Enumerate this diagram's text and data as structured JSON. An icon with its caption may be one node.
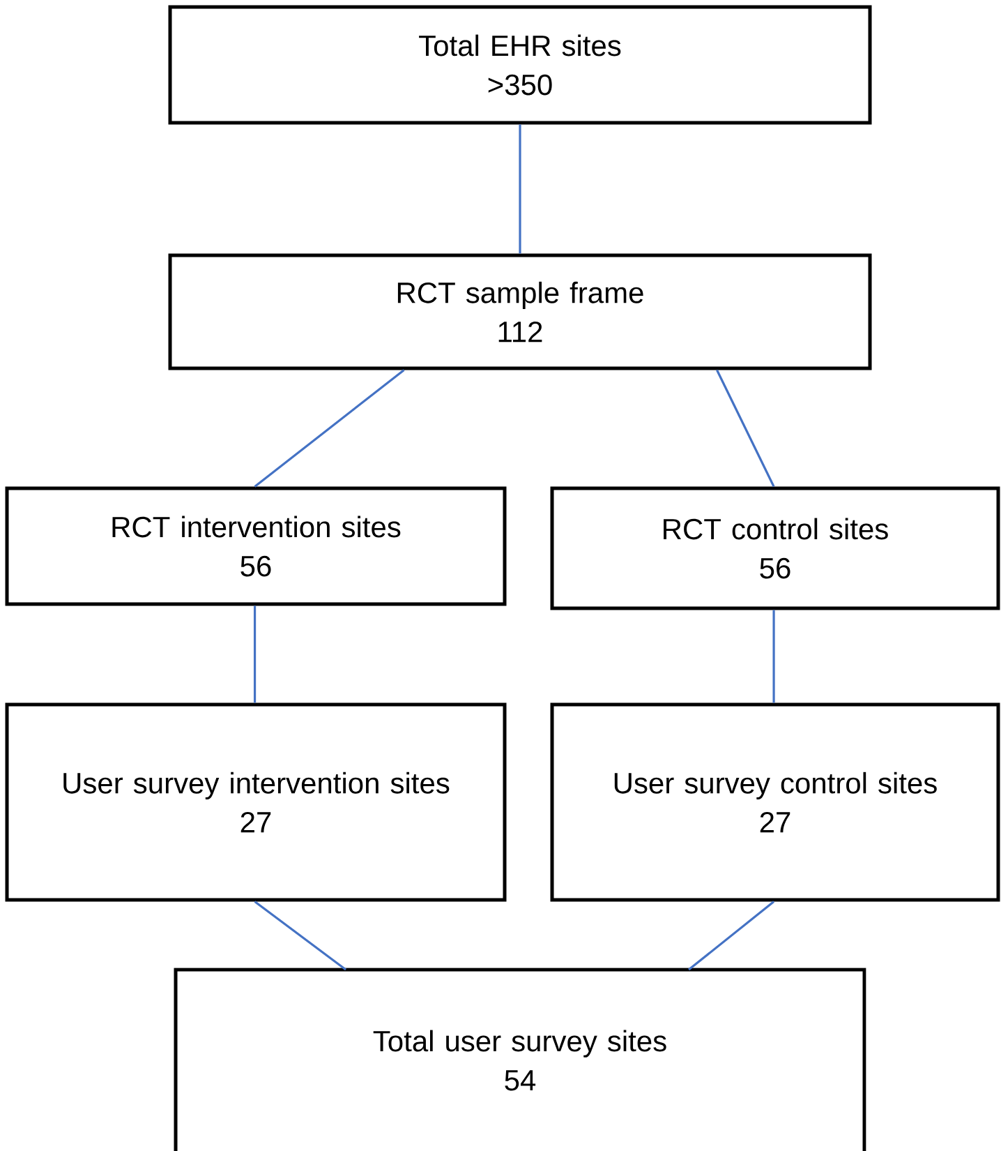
{
  "diagram": {
    "nodes": [
      {
        "text": [
          "Total EHR sites",
          ">350"
        ]
      },
      {
        "text": [
          "RCT sample frame",
          "112"
        ]
      },
      {
        "text": [
          "RCT intervention sites",
          "56"
        ]
      },
      {
        "text": [
          "RCT control sites",
          "56"
        ]
      },
      {
        "text": [
          "User survey intervention sites",
          "27"
        ]
      },
      {
        "text": [
          "User survey control sites",
          "27"
        ]
      },
      {
        "text": [
          "Total user survey sites",
          "54"
        ]
      }
    ],
    "edges": [
      {
        "from": 0,
        "to": 1,
        "arrow": "none"
      },
      {
        "from": 1,
        "to": 2,
        "arrow": "none"
      },
      {
        "from": 1,
        "to": 3,
        "arrow": "none"
      },
      {
        "from": 2,
        "to": 4,
        "arrow": "none"
      },
      {
        "from": 3,
        "to": 5,
        "arrow": "none"
      },
      {
        "from": 4,
        "to": 6,
        "arrow": "none"
      },
      {
        "from": 5,
        "to": 6,
        "arrow": "none"
      }
    ]
  }
}
